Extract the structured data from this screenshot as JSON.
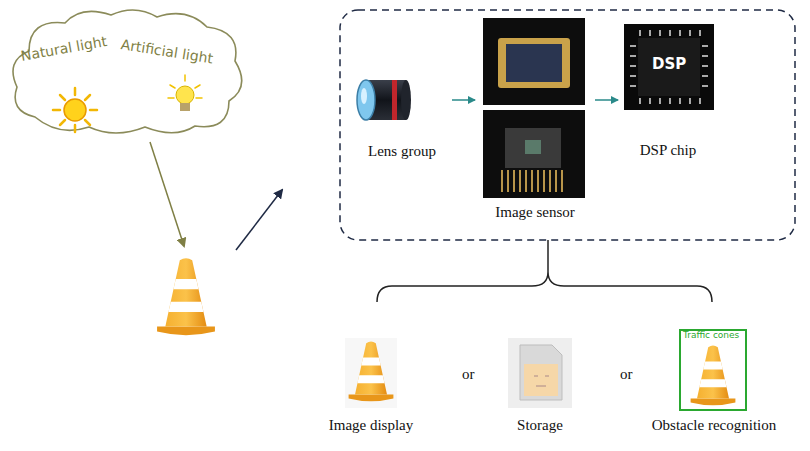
{
  "diagram": {
    "nodes": [
      {
        "text": [
          "Natural light",
          "Artificial light"
        ]
      },
      {
        "text": [
          "Lens group"
        ]
      },
      {
        "text": [
          "Image sensor"
        ]
      },
      {
        "text": [
          "DSP chip"
        ]
      },
      {
        "text": [
          "Image display"
        ]
      },
      {
        "text": [
          "Storage"
        ]
      },
      {
        "text": [
          "Obstacle recognition"
        ]
      }
    ],
    "edges": [
      {
        "from": 1,
        "to": 2,
        "arrow": "to"
      },
      {
        "from": 2,
        "to": 3,
        "arrow": "to"
      }
    ],
    "labels": [
      "DSP",
      "or",
      "or",
      "Traffic cones"
    ]
  }
}
